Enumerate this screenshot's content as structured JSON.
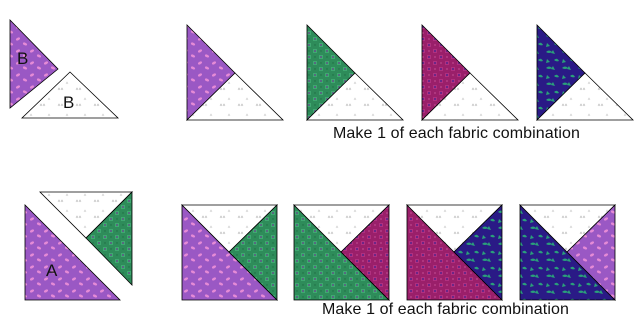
{
  "labels": {
    "top_left_upper": "B",
    "top_left_lower": "B",
    "bottom_left": "A"
  },
  "captions": {
    "top": "Make 1 of each fabric combination",
    "bottom": "Make 1 of each fabric combination"
  },
  "fabrics": {
    "purple": {
      "base": "#9a58c4",
      "motif": "#e58ad6",
      "name": "purple-floral"
    },
    "green": {
      "base": "#2e8c5a",
      "motif": "#6a3a8c",
      "name": "green-check"
    },
    "magenta": {
      "base": "#9a1f6a",
      "motif": "#3a1f8c",
      "name": "magenta-check"
    },
    "navy": {
      "base": "#2a1a86",
      "motif": "#2aa07a",
      "name": "navy-leaf"
    },
    "white": {
      "base": "#ffffff",
      "motif": "#bbbbbb",
      "name": "white-print"
    }
  },
  "top_row_blocks": [
    {
      "name": "block-purple",
      "fabric": "purple"
    },
    {
      "name": "block-green",
      "fabric": "green"
    },
    {
      "name": "block-magenta",
      "fabric": "magenta"
    },
    {
      "name": "block-navy",
      "fabric": "navy"
    }
  ],
  "bottom_row_blocks": [
    {
      "name": "square-purple-green",
      "left": "purple",
      "right": "green"
    },
    {
      "name": "square-green-magenta",
      "left": "green",
      "right": "magenta"
    },
    {
      "name": "square-magenta-navy",
      "left": "magenta",
      "right": "navy"
    },
    {
      "name": "square-navy-purple",
      "left": "navy",
      "right": "purple"
    }
  ]
}
